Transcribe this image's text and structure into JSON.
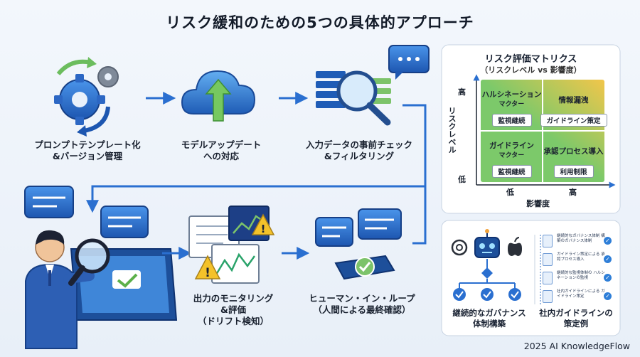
{
  "title": "リスク緩和のための5つの具体的アプローチ",
  "steps": [
    {
      "line1": "プロンプトテンプレート化",
      "line2": "&バージョン管理"
    },
    {
      "line1": "モデルアップデート",
      "line2": "への対応"
    },
    {
      "line1": "入力データの事前チェック",
      "line2": "&フィルタリング"
    },
    {
      "line1": "出力のモニタリング",
      "line2": "&評価",
      "line3": "（ドリフト検知）"
    },
    {
      "line1": "ヒューマン・イン・ループ",
      "line2": "（人間による最終確認）"
    }
  ],
  "matrix": {
    "title": "リスク評価マトリクス",
    "subtitle": "（リスクレベル vs 影響度）",
    "y_axis": "リスクレベル",
    "x_axis": "影響度",
    "y_high": "高",
    "y_low": "低",
    "x_low": "低",
    "x_high": "高",
    "cells": [
      {
        "line1": "ハルシネーション",
        "line2": "マクター",
        "tag": "監視継続",
        "color": "#a8d98a"
      },
      {
        "line1": "情報漏洩",
        "line2": "",
        "tag": "ガイドライン策定",
        "color": "#e8583a"
      },
      {
        "line1": "ガイドライン",
        "line2": "マクター",
        "tag": "監視継続",
        "color": "#8fd06a"
      },
      {
        "line1": "承認プロセス導入",
        "line2": "",
        "tag": "利用制限",
        "color": "#ee8a3a"
      }
    ]
  },
  "governance": {
    "line1": "継続的なガバナンス",
    "line2": "体制構築"
  },
  "guideline": {
    "line1": "社内ガイドラインの",
    "line2": "策定例",
    "docs": [
      "継続的なガバナンス体制 構築のガバナンス体制",
      "ガイドライン策定による 承認プロセス導入",
      "継続的な監視体制の ハルシネーションの監視",
      "社内ガイドラインによる ガイドライン策定"
    ]
  },
  "footer": "2025 AI KnowledgeFlow",
  "colors": {
    "primary": "#2a6fd0",
    "dark_blue": "#1d4f9a",
    "arrow": "#2a6fd0",
    "green": "#7cc36a",
    "orange": "#f2a23a",
    "red": "#e8583a"
  },
  "icons": [
    "gear-icon",
    "cloud-upload-icon",
    "magnifier-icon",
    "chat-bubble-icon",
    "monitor-chart-icon",
    "warning-icon",
    "check-icon",
    "person-icon",
    "robot-icon",
    "document-icon"
  ]
}
